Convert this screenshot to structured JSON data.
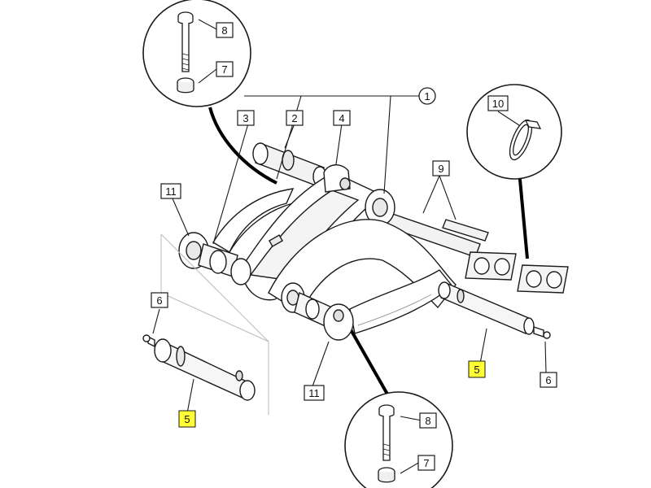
{
  "callouts": [
    {
      "id": "c1",
      "text": "1",
      "shape": "circle",
      "highlight": false
    },
    {
      "id": "c2",
      "text": "2",
      "shape": "box",
      "highlight": false
    },
    {
      "id": "c3",
      "text": "3",
      "shape": "box",
      "highlight": false
    },
    {
      "id": "c4",
      "text": "4",
      "shape": "box",
      "highlight": false
    },
    {
      "id": "c5a",
      "text": "5",
      "shape": "box",
      "highlight": true
    },
    {
      "id": "c5b",
      "text": "5",
      "shape": "box",
      "highlight": true
    },
    {
      "id": "c6a",
      "text": "6",
      "shape": "box",
      "highlight": false
    },
    {
      "id": "c6b",
      "text": "6",
      "shape": "box",
      "highlight": false
    },
    {
      "id": "c7a",
      "text": "7",
      "shape": "box",
      "highlight": false
    },
    {
      "id": "c7b",
      "text": "7",
      "shape": "box",
      "highlight": false
    },
    {
      "id": "c8a",
      "text": "8",
      "shape": "box",
      "highlight": false
    },
    {
      "id": "c8b",
      "text": "8",
      "shape": "box",
      "highlight": false
    },
    {
      "id": "c9",
      "text": "9",
      "shape": "box",
      "highlight": false
    },
    {
      "id": "c10",
      "text": "10",
      "shape": "box",
      "highlight": false
    },
    {
      "id": "c11a",
      "text": "11",
      "shape": "box",
      "highlight": false
    },
    {
      "id": "c11b",
      "text": "11",
      "shape": "box",
      "highlight": false
    }
  ],
  "colors": {
    "line": "#1a1a1a",
    "part_fill": "#ffffff",
    "part_shade": "#e9e9e9",
    "highlight": "#ffff33",
    "leader_thick": "#000000"
  }
}
